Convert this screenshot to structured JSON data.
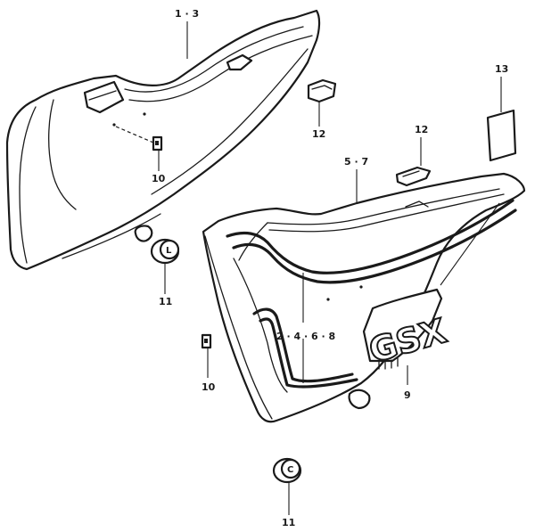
{
  "callouts": {
    "c1": "1 · 3",
    "c5": "5 · 7",
    "c2": "2 · 4 · 6 · 8",
    "c9": "9",
    "c10a": "10",
    "c10b": "10",
    "c11a": "11",
    "c11b": "11",
    "c12a": "12",
    "c12b": "12",
    "c13": "13"
  },
  "emblem": {
    "text": "GSX"
  },
  "caps": {
    "upper": "L",
    "lower": "C"
  },
  "colors": {
    "ink": "#1a1a1a",
    "paper": "#ffffff"
  }
}
